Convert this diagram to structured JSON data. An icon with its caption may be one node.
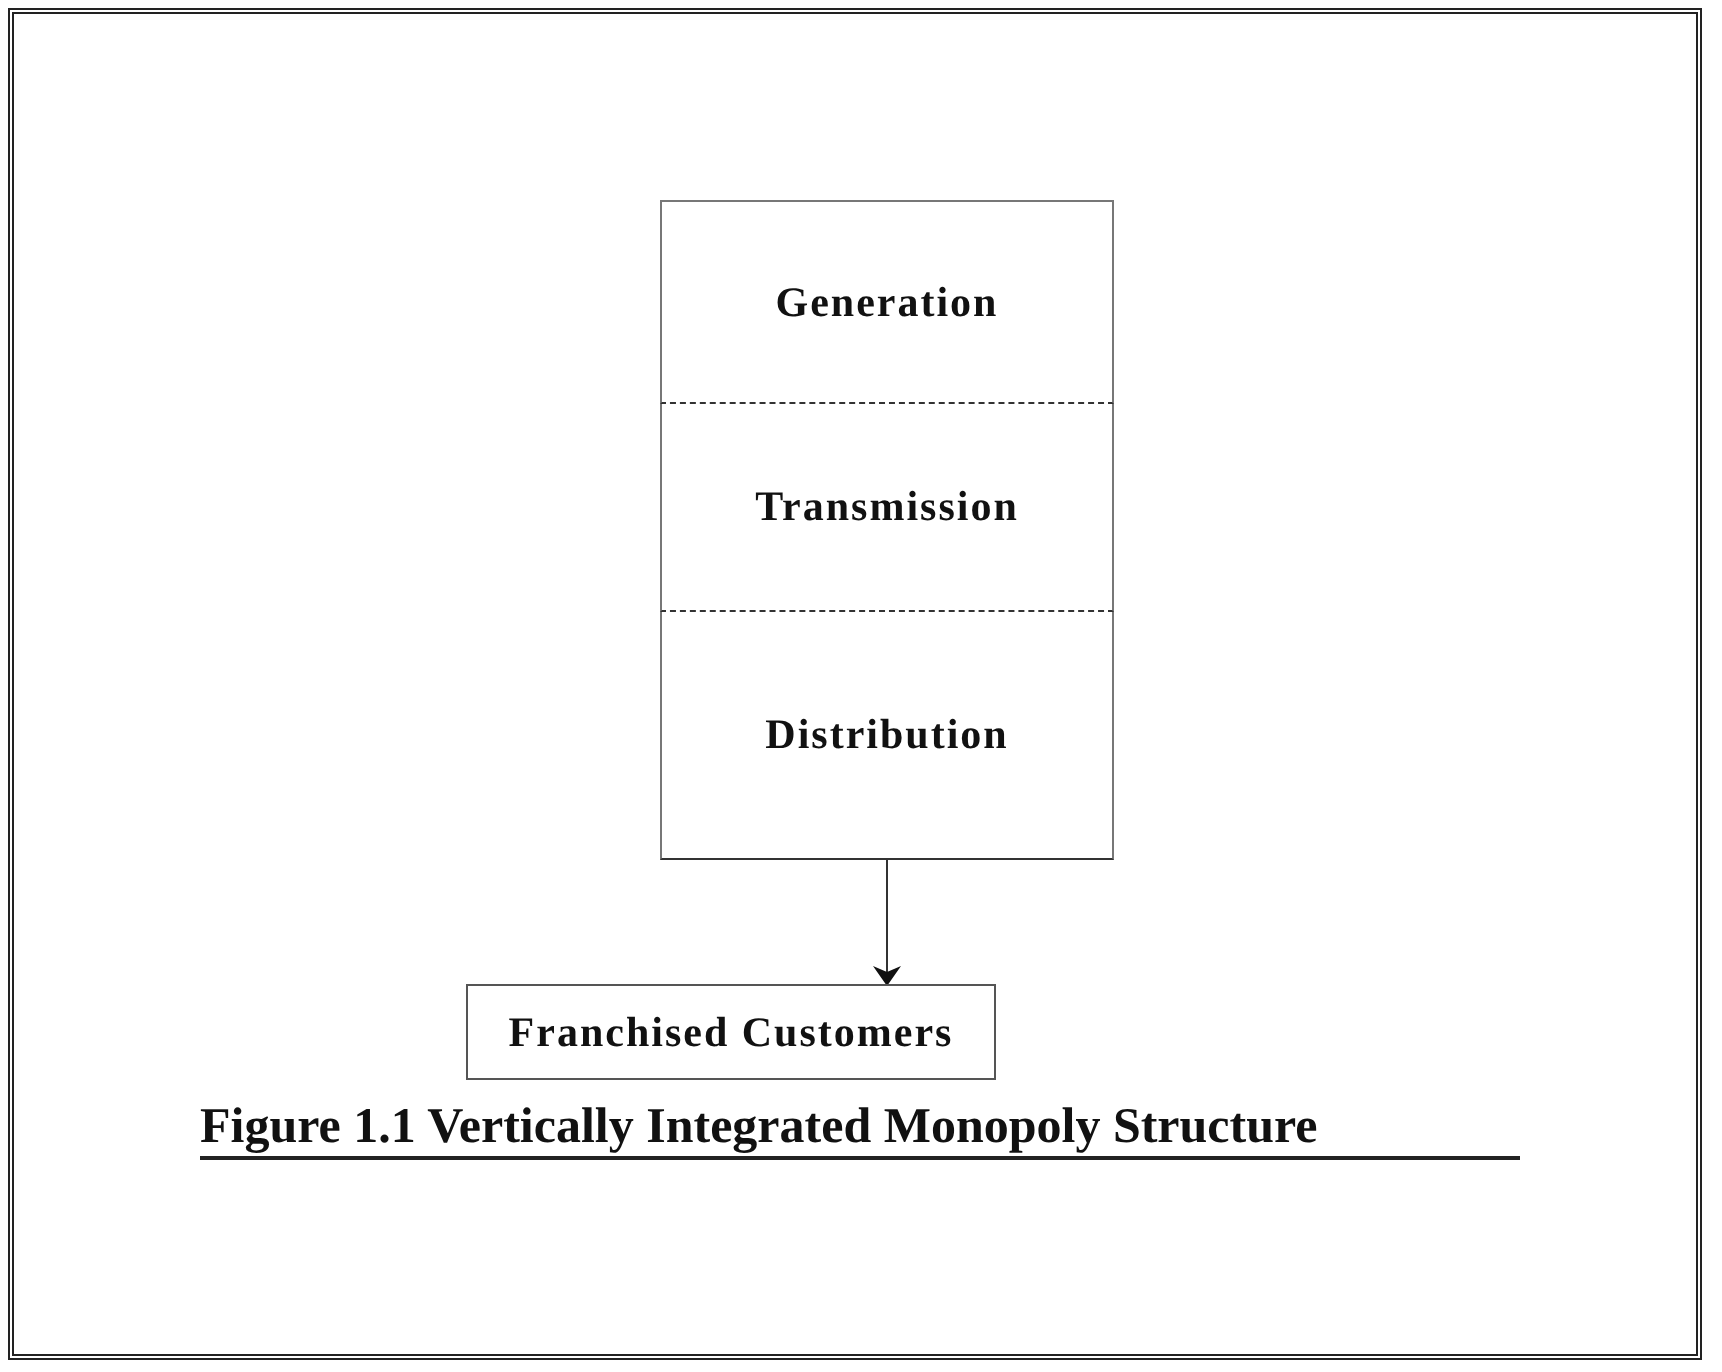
{
  "diagram": {
    "caption": "Figure 1.1 Vertically Integrated Monopoly Structure",
    "nodes": [
      {
        "text": [
          "Generation"
        ]
      },
      {
        "text": [
          "Transmission"
        ]
      },
      {
        "text": [
          "Distribution"
        ]
      },
      {
        "text": [
          "Franchised Customers"
        ]
      }
    ],
    "edges": [
      {
        "from": 2,
        "to": 3,
        "arrow": "to"
      }
    ]
  }
}
